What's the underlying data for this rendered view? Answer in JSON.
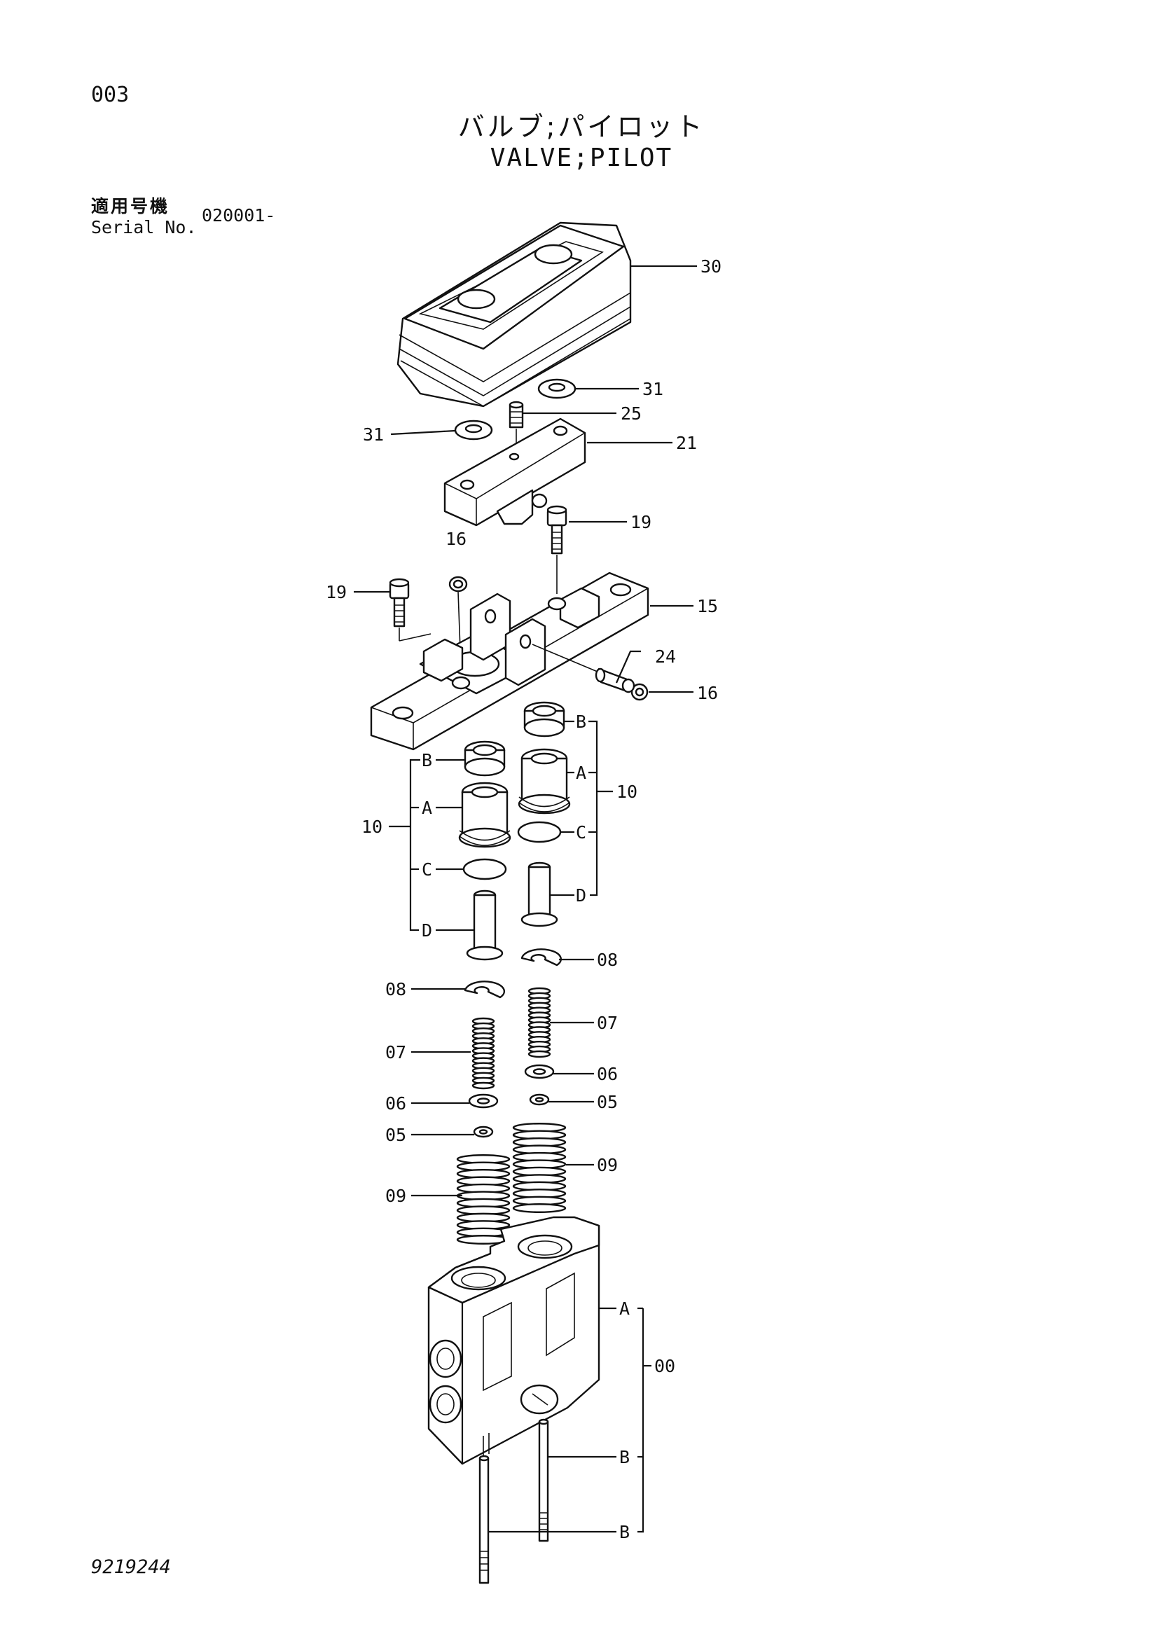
{
  "page_number": "003",
  "title_jp": "バルブ;パイロット",
  "title_en": "VALVE;PILOT",
  "serial_label_jp": "適用号機",
  "serial_label_en": "Serial No.",
  "serial_value": "020001-",
  "document_number": "9219244",
  "callouts": {
    "c30": "30",
    "c31a": "31",
    "c31b": "31",
    "c25": "25",
    "c21": "21",
    "c19a": "19",
    "c19b": "19",
    "c16a": "16",
    "c16b": "16",
    "c15": "15",
    "c24": "24",
    "c10a": "10",
    "c10b": "10",
    "r_b": "B",
    "r_a": "A",
    "r_c": "C",
    "r_d": "D",
    "l_b": "B",
    "l_a": "A",
    "l_c": "C",
    "l_d": "D",
    "c08a": "08",
    "c08b": "08",
    "c07a": "07",
    "c07b": "07",
    "c06a": "06",
    "c06b": "06",
    "c05a": "05",
    "c05b": "05",
    "c09a": "09",
    "c09b": "09",
    "c00": "00",
    "body_a": "A",
    "body_b1": "B",
    "body_b2": "B"
  }
}
